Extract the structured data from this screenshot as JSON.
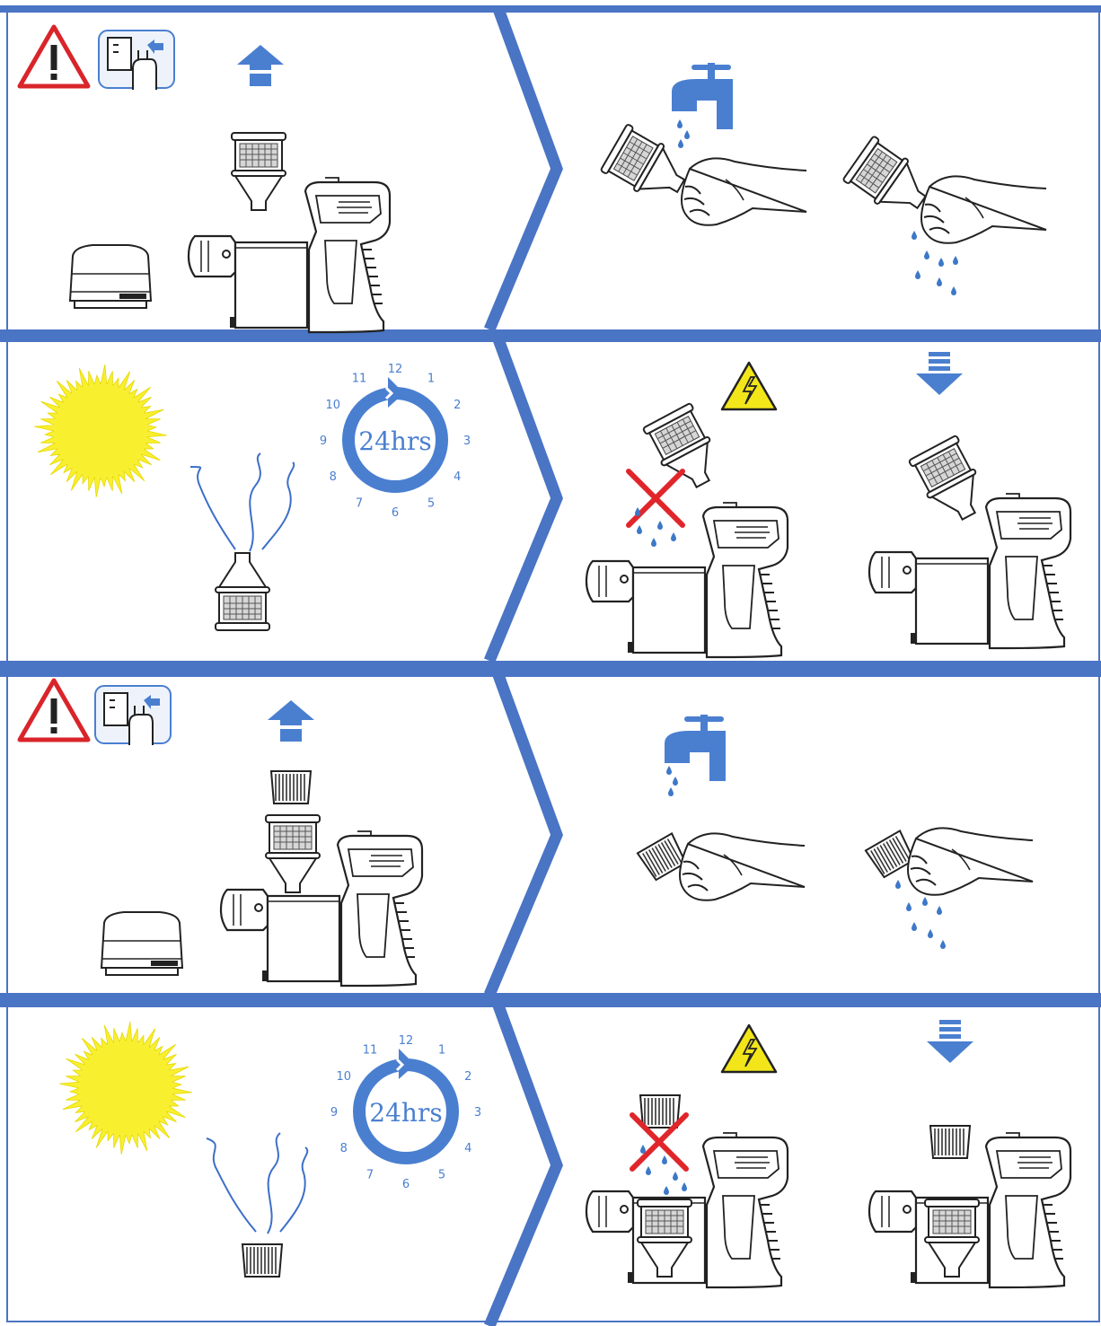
{
  "colors": {
    "frame_blue": "#4a74c4",
    "icon_blue": "#4a7fd0",
    "line_dark": "#222222",
    "sun_yellow": "#f8ef2e",
    "warning_red": "#d9252a",
    "hazard_yellow": "#f2e61a",
    "cross_red": "#e0262b",
    "water_blue": "#3d78c8"
  },
  "steps": [
    {
      "id": "step-1",
      "icons": [
        "warning-triangle-icon",
        "unplug-icon",
        "arrow-up-icon"
      ],
      "left_scene": "remove-cyclone-filter",
      "right_scene": "rinse-cyclone-filter"
    },
    {
      "id": "step-2",
      "clock": {
        "numbers": [
          "12",
          "1",
          "2",
          "3",
          "4",
          "5",
          "6",
          "7",
          "8",
          "9",
          "10",
          "11"
        ],
        "center_label": "24hrs"
      },
      "icons": [
        "sun-icon",
        "steam-icon",
        "clock-icon",
        "electric-hazard-icon",
        "arrow-down-icon",
        "cross-icon"
      ],
      "left_scene": "dry-cyclone-filter",
      "right_scene": "reinstall-cyclone-filter"
    },
    {
      "id": "step-3",
      "icons": [
        "warning-triangle-icon",
        "unplug-icon",
        "arrow-up-icon"
      ],
      "left_scene": "remove-hepa-filter",
      "right_scene": "rinse-hepa-filter"
    },
    {
      "id": "step-4",
      "clock": {
        "numbers": [
          "12",
          "1",
          "2",
          "3",
          "4",
          "5",
          "6",
          "7",
          "8",
          "9",
          "10",
          "11"
        ],
        "center_label": "24hrs"
      },
      "icons": [
        "sun-icon",
        "steam-icon",
        "clock-icon",
        "electric-hazard-icon",
        "arrow-down-icon",
        "cross-icon"
      ],
      "left_scene": "dry-hepa-filter",
      "right_scene": "reinstall-hepa-filter"
    }
  ]
}
